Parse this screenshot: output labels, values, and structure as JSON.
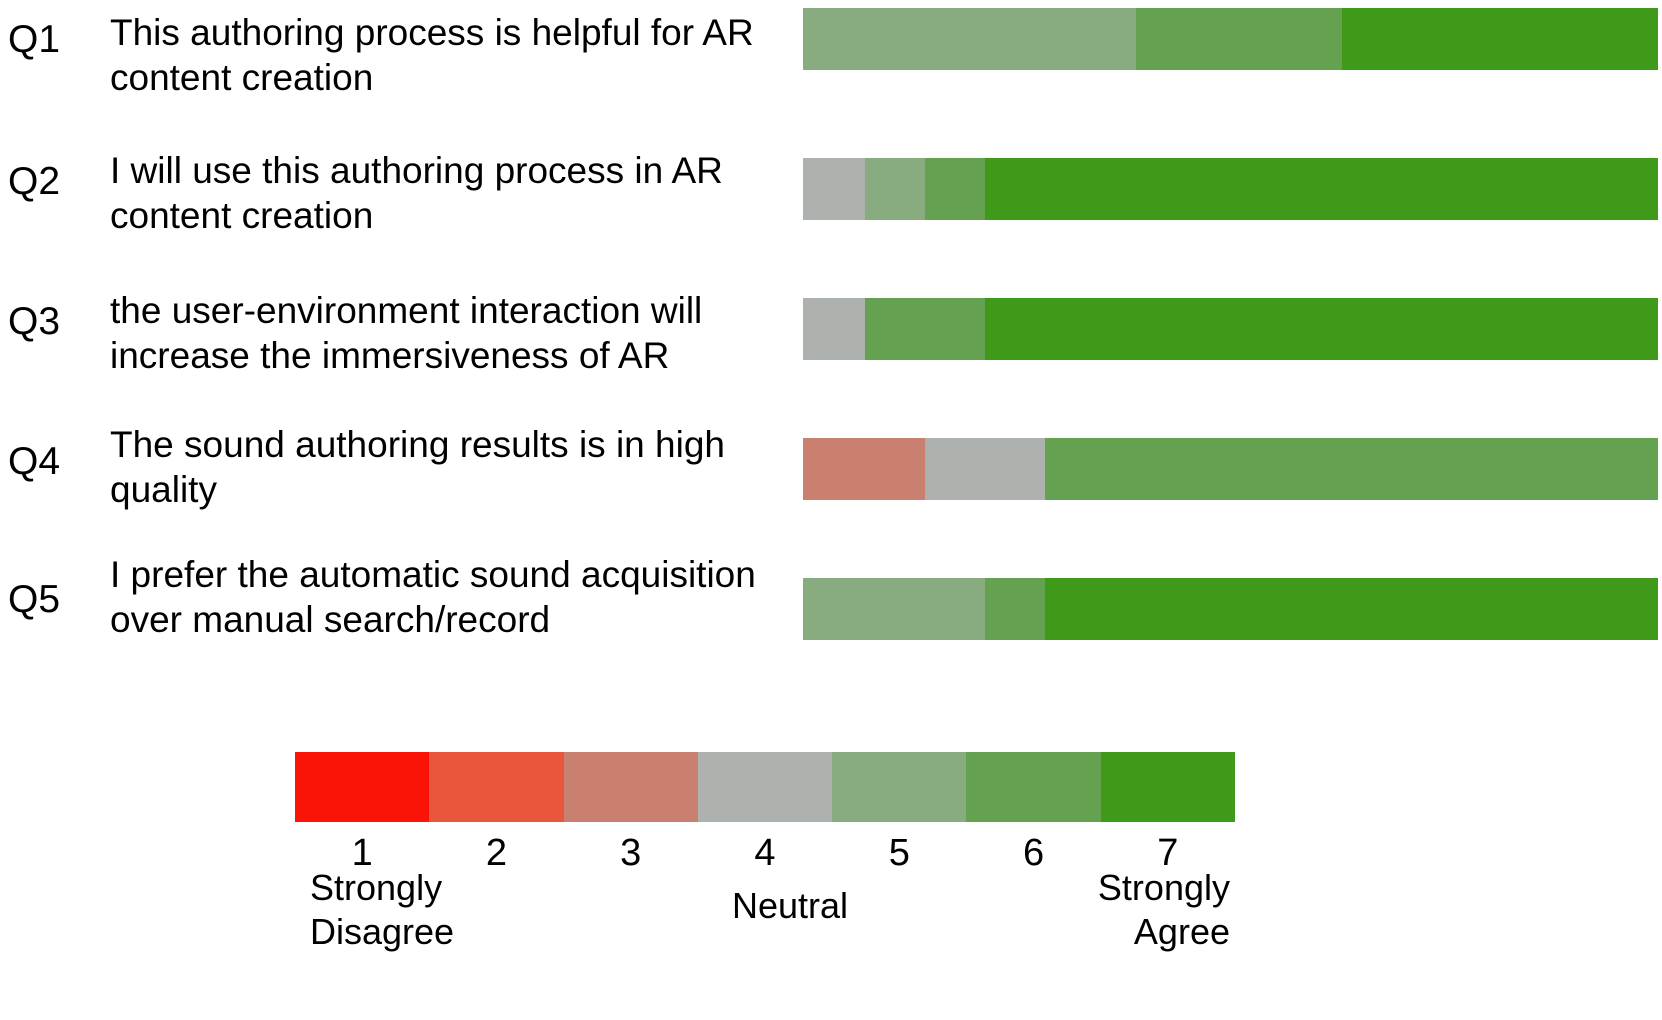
{
  "chart_data": {
    "type": "bar",
    "subtype": "diverging-stacked-likert",
    "title": "",
    "xlabel": "",
    "ylabel": "",
    "orientation": "horizontal",
    "grid": false,
    "legend_position": "bottom",
    "scale": {
      "min": 1,
      "max": 7,
      "tick_labels": [
        "1",
        "2",
        "3",
        "4",
        "5",
        "6",
        "7"
      ],
      "anchors": {
        "low": "Strongly\nDisagree",
        "mid": "Neutral",
        "high": "Strongly\nAgree"
      },
      "colors": [
        "#fa1408",
        "#e8573c",
        "#ca8071",
        "#aeb2ae",
        "#88ab80",
        "#64a251",
        "#3f9a1a"
      ],
      "color_names": [
        "strongly-disagree-red",
        "disagree-orange-red",
        "somewhat-disagree-salmon",
        "neutral-gray",
        "somewhat-agree-light-green",
        "agree-medium-green",
        "strongly-agree-dark-green"
      ]
    },
    "categories": [
      "Q1",
      "Q2",
      "Q3",
      "Q4",
      "Q5"
    ],
    "questions": [
      {
        "code": "Q1",
        "text": "This authoring process is helpful for AR content creation",
        "segments": [
          {
            "rating": 5,
            "percent": 39.0,
            "color": "#88ab80"
          },
          {
            "rating": 6,
            "percent": 24.0,
            "color": "#64a251"
          },
          {
            "rating": 7,
            "percent": 37.0,
            "color": "#3f9a1a"
          }
        ]
      },
      {
        "code": "Q2",
        "text": "I will use this authoring process in AR content creation",
        "segments": [
          {
            "rating": 4,
            "percent": 7.3,
            "color": "#aeb2ae"
          },
          {
            "rating": 5,
            "percent": 7.0,
            "color": "#88ab80"
          },
          {
            "rating": 6,
            "percent": 7.0,
            "color": "#64a251"
          },
          {
            "rating": 7,
            "percent": 78.7,
            "color": "#3f9a1a"
          }
        ]
      },
      {
        "code": "Q3",
        "text": "the user-environment interaction will increase the immersiveness of AR",
        "segments": [
          {
            "rating": 4,
            "percent": 7.3,
            "color": "#aeb2ae"
          },
          {
            "rating": 6,
            "percent": 14.0,
            "color": "#64a251"
          },
          {
            "rating": 7,
            "percent": 78.7,
            "color": "#3f9a1a"
          }
        ]
      },
      {
        "code": "Q4",
        "text": "The sound authoring results is in high quality",
        "segments": [
          {
            "rating": 3,
            "percent": 14.3,
            "color": "#ca8071"
          },
          {
            "rating": 4,
            "percent": 14.0,
            "color": "#aeb2ae"
          },
          {
            "rating": 6,
            "percent": 71.7,
            "color": "#64a251"
          }
        ]
      },
      {
        "code": "Q5",
        "text": "I prefer the automatic sound acquisition over manual search/record",
        "segments": [
          {
            "rating": 5,
            "percent": 21.3,
            "color": "#88ab80"
          },
          {
            "rating": 6,
            "percent": 7.0,
            "color": "#64a251"
          },
          {
            "rating": 7,
            "percent": 71.7,
            "color": "#3f9a1a"
          }
        ]
      }
    ]
  }
}
